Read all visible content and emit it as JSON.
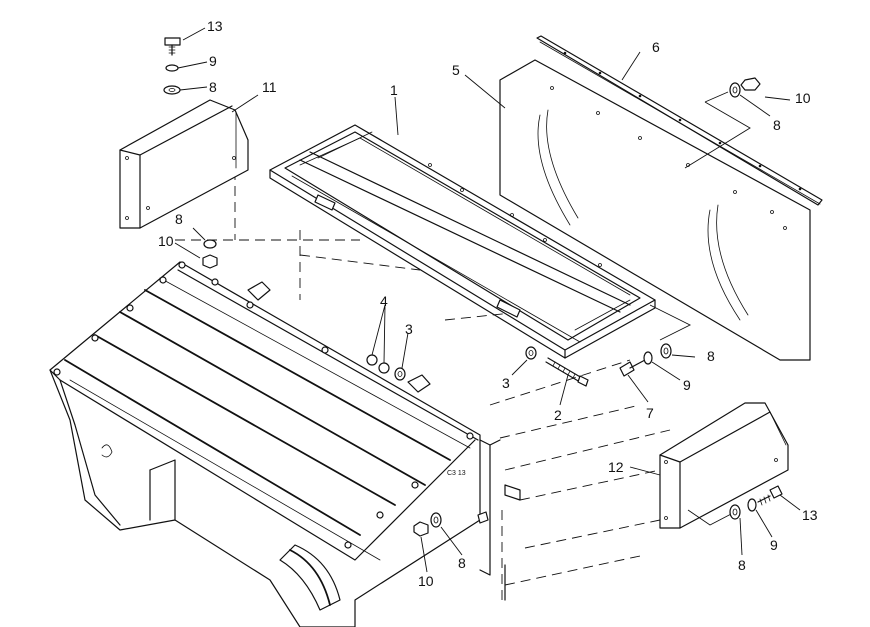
{
  "diagram": {
    "callouts": {
      "c1": "1",
      "c2": "2",
      "c3a": "3",
      "c3b": "3",
      "c4": "4",
      "c5": "5",
      "c6": "6",
      "c7": "7",
      "c8a": "8",
      "c8b": "8",
      "c8c": "8",
      "c8d": "8",
      "c8e": "8",
      "c9a": "9",
      "c9b": "9",
      "c9c": "9",
      "c10a": "10",
      "c10b": "10",
      "c10c": "10",
      "c11": "11",
      "c12": "12",
      "c13a": "13",
      "c13b": "13"
    },
    "panel_marking": "C3 13"
  }
}
